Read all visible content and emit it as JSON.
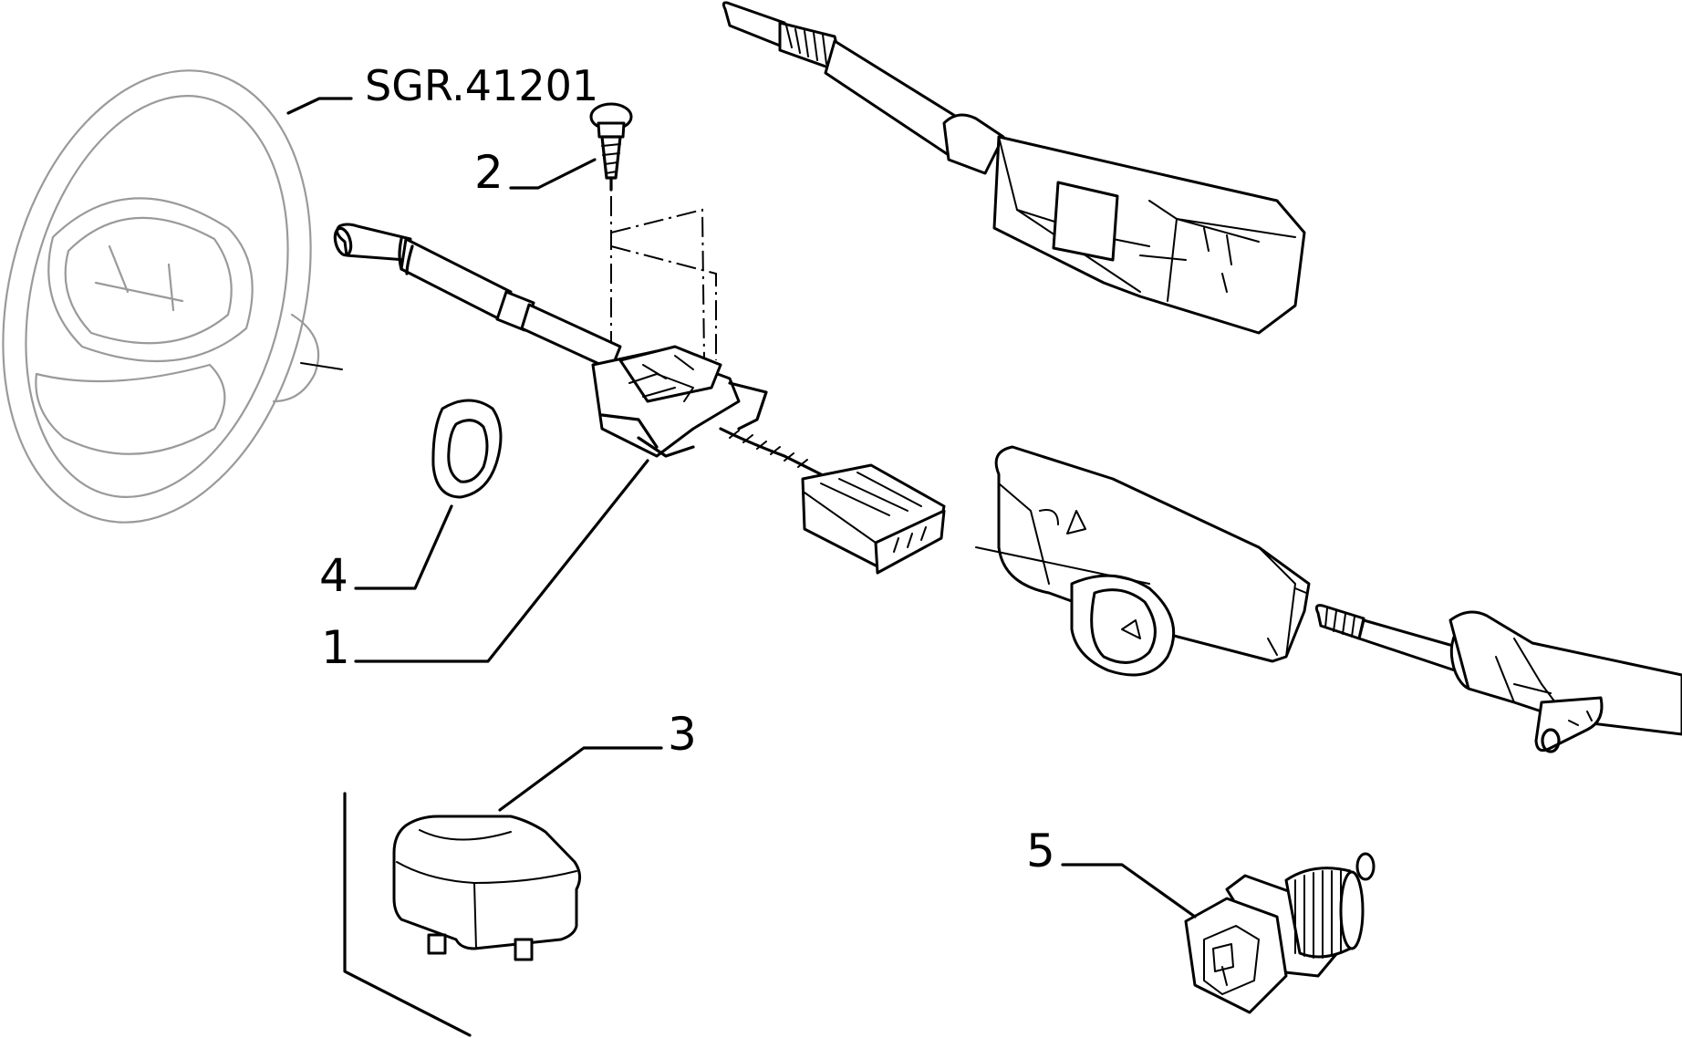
{
  "diagram": {
    "reference_code": "SGR.41201",
    "callouts": [
      {
        "label": "1",
        "part": "stalk-switch"
      },
      {
        "label": "2",
        "part": "screw"
      },
      {
        "label": "3",
        "part": "relay"
      },
      {
        "label": "4",
        "part": "grommet"
      },
      {
        "label": "5",
        "part": "pressure-switch"
      }
    ]
  }
}
